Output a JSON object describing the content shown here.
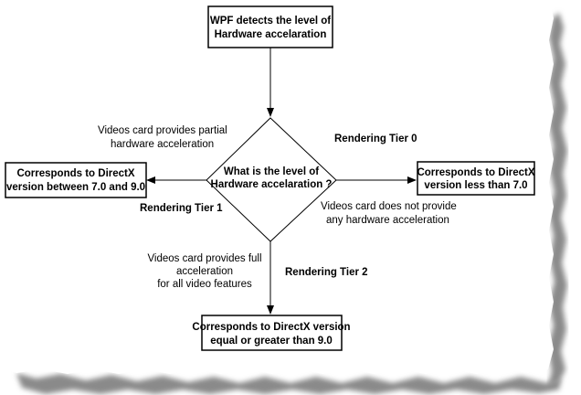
{
  "nodes": {
    "start": {
      "lines": [
        "WPF detects the level of",
        "Hardware accelaration"
      ]
    },
    "decision": {
      "lines": [
        "What is the level of",
        "Hardware accelaration ?"
      ]
    },
    "tier1_result": {
      "lines": [
        "Corresponds to DirectX",
        "version between 7.0 and 9.0"
      ]
    },
    "tier0_result": {
      "lines": [
        "Corresponds to DirectX",
        "version less than 7.0"
      ]
    },
    "tier2_result": {
      "lines": [
        "Corresponds to DirectX version",
        "equal or greater than 9.0"
      ]
    }
  },
  "edges": {
    "tier1": {
      "tier_label": "Rendering Tier 1",
      "condition_lines": [
        "Videos card  provides partial",
        "hardware acceleration"
      ]
    },
    "tier0": {
      "tier_label": "Rendering Tier 0",
      "condition_lines": [
        "Videos card does not provide",
        "any hardware acceleration"
      ]
    },
    "tier2": {
      "tier_label": "Rendering Tier 2",
      "condition_lines": [
        "Videos card  provides full",
        "acceleration",
        "for all video features"
      ]
    }
  },
  "colors": {
    "stroke": "#000000",
    "box_fill": "#ffffff",
    "frame_shadow": "#8a8a8a"
  }
}
